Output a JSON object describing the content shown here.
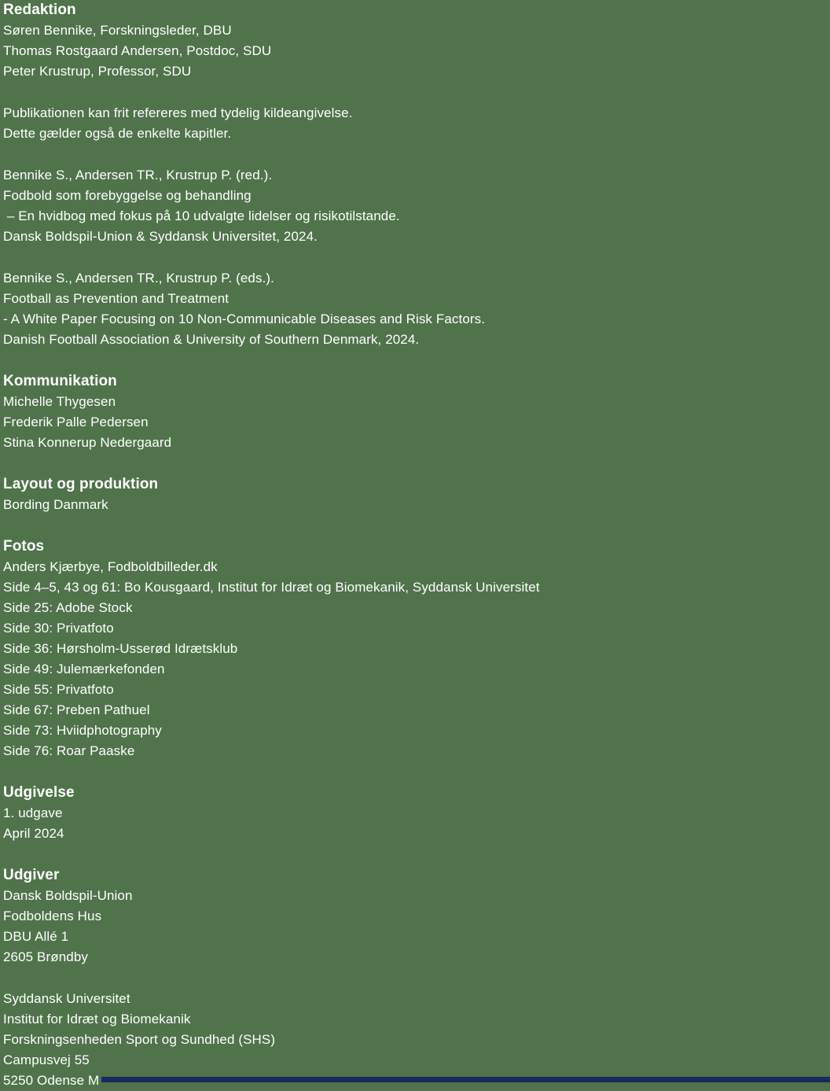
{
  "colors": {
    "background": "#50734B",
    "text": "#FFFFFF",
    "bottom_bar": "#1A2A5E"
  },
  "sections": [
    {
      "heading": "Redaktion",
      "lines": [
        "Søren Bennike, Forskningsleder, DBU",
        "Thomas Rostgaard Andersen, Postdoc, SDU",
        "Peter Krustrup, Professor, SDU"
      ]
    },
    {
      "heading": "",
      "lines": [
        "Publikationen kan frit refereres med tydelig kildeangivelse.",
        "Dette gælder også de enkelte kapitler."
      ]
    },
    {
      "heading": "",
      "lines": [
        "Bennike S., Andersen TR., Krustrup P. (red.).",
        "Fodbold som forebyggelse og behandling",
        " – En hvidbog med fokus på 10 udvalgte lidelser og risikotilstande.",
        "Dansk Boldspil-Union & Syddansk Universitet, 2024."
      ]
    },
    {
      "heading": "",
      "lines": [
        "Bennike S., Andersen TR., Krustrup P. (eds.).",
        "Football as Prevention and Treatment",
        "- A White Paper Focusing on 10 Non-Communicable Diseases and Risk Factors.",
        "Danish Football Association & University of Southern Denmark, 2024."
      ]
    },
    {
      "heading": "Kommunikation",
      "lines": [
        "Michelle Thygesen",
        "Frederik Palle Pedersen",
        "Stina Konnerup Nedergaard"
      ]
    },
    {
      "heading": "Layout og produktion",
      "lines": [
        "Bording Danmark"
      ]
    },
    {
      "heading": "Fotos",
      "lines": [
        "Anders Kjærbye, Fodboldbilleder.dk",
        "Side 4–5, 43 og 61: Bo Kousgaard, Institut for Idræt og Biomekanik, Syddansk Universitet",
        "Side 25: Adobe Stock",
        "Side 30: Privatfoto",
        "Side 36: Hørsholm-Usserød Idrætsklub",
        "Side 49: Julemærkefonden",
        "Side 55: Privatfoto",
        "Side 67: Preben Pathuel",
        "Side 73: Hviidphotography",
        "Side 76: Roar Paaske"
      ]
    },
    {
      "heading": "Udgivelse",
      "lines": [
        "1. udgave",
        "April 2024"
      ]
    },
    {
      "heading": "Udgiver",
      "lines": [
        "Dansk Boldspil-Union",
        "Fodboldens Hus",
        "DBU Allé 1",
        "2605 Brøndby"
      ]
    },
    {
      "heading": "",
      "lines": [
        "Syddansk Universitet",
        "Institut for Idræt og Biomekanik",
        "Forskningsenheden Sport og Sundhed (SHS)",
        "Campusvej 55",
        "5250 Odense M"
      ]
    }
  ]
}
